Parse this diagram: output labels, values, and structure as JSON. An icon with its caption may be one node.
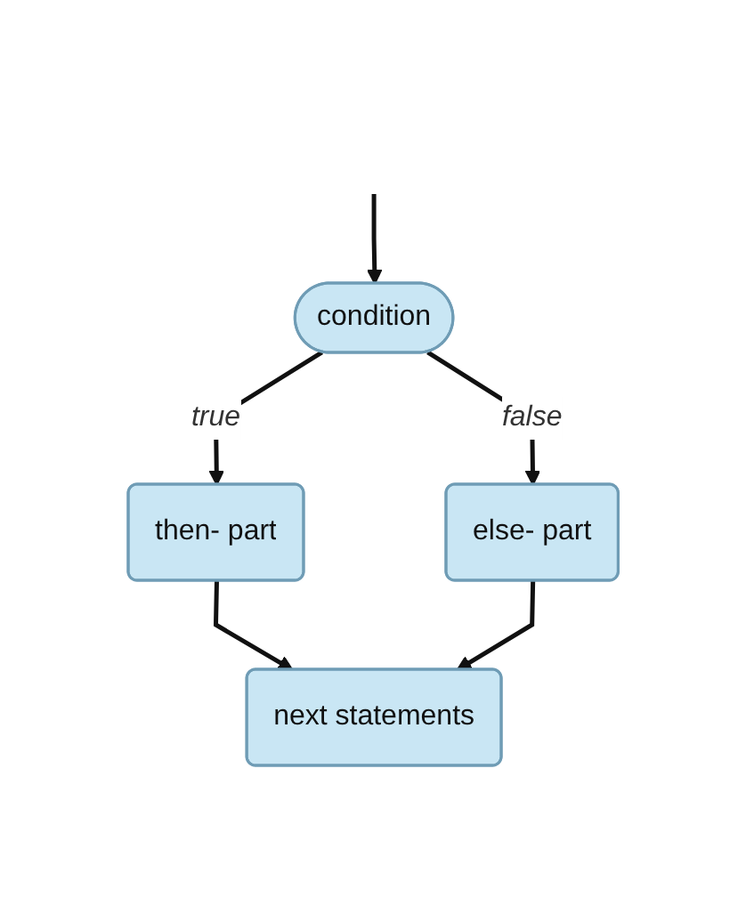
{
  "diagram": {
    "nodes": [
      {
        "text": [
          "condition"
        ]
      },
      {
        "text": [
          "then- part"
        ]
      },
      {
        "text": [
          "else- part"
        ]
      },
      {
        "text": [
          "next statements"
        ]
      }
    ],
    "edges": [
      {
        "from": null,
        "to": 0,
        "arrow": "to"
      },
      {
        "from": 0,
        "to": 1,
        "label": "true",
        "arrow": "to"
      },
      {
        "from": 0,
        "to": 2,
        "label": "false",
        "arrow": "to"
      },
      {
        "from": 1,
        "to": 3,
        "arrow": "to"
      },
      {
        "from": 2,
        "to": 3,
        "arrow": "to"
      }
    ]
  }
}
